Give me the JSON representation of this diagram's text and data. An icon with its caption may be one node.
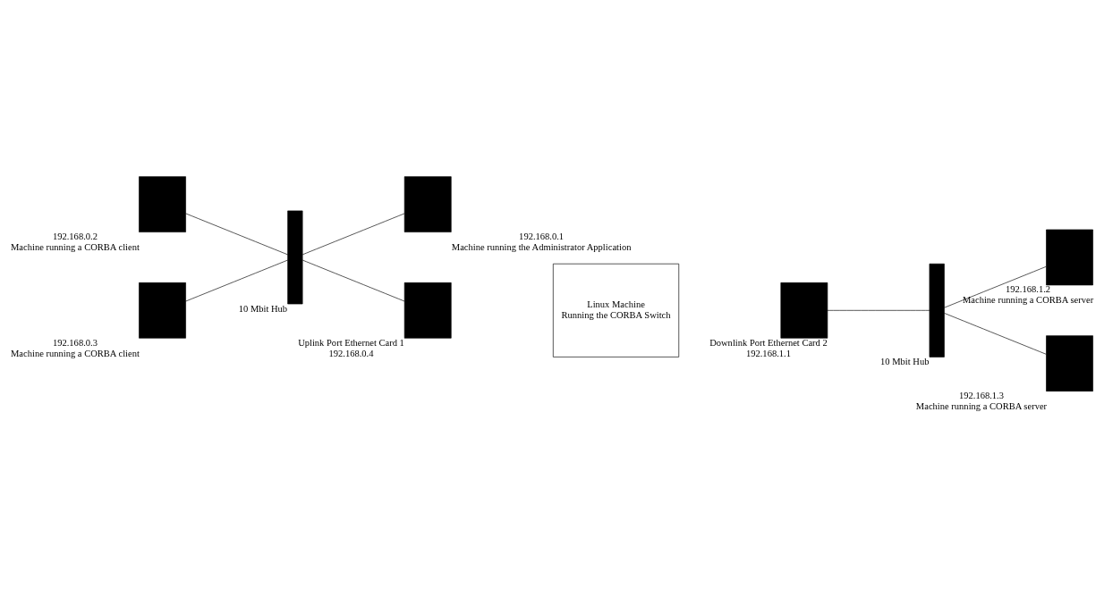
{
  "diagram": {
    "nodes": [
      {
        "text": [],
        "shape": "box",
        "beside": [
          "192.168.0.2",
          "Machine running a CORBA client"
        ]
      },
      {
        "text": [],
        "shape": "box",
        "beside": [
          "192.168.0.3",
          "Machine running a CORBA client"
        ]
      },
      {
        "text": [],
        "shape": "box",
        "beside": [
          "192.168.0.1",
          "Machine running the Administrator Application"
        ]
      },
      {
        "text": [],
        "shape": "bar",
        "beside": [
          "10 Mbit Hub"
        ]
      },
      {
        "text": [
          "Linux Machine",
          "Running the CORBA Switch"
        ]
      },
      {
        "text": [],
        "shape": "box",
        "beside": [
          "Uplink Port Ethernet Card 1",
          "192.168.0.4"
        ]
      },
      {
        "text": [],
        "shape": "box",
        "beside": [
          "Downlink Port Ethernet Card 2",
          "192.168.1.1"
        ]
      },
      {
        "text": [],
        "shape": "bar",
        "beside": [
          "10 Mbit Hub"
        ]
      },
      {
        "text": [],
        "shape": "box",
        "beside": [
          "192.168.1.2",
          "Machine running a CORBA server"
        ]
      },
      {
        "text": [],
        "shape": "box",
        "beside": [
          "192.168.1.3",
          "Machine running a CORBA server"
        ]
      }
    ],
    "edges": [
      {
        "from": 0,
        "to": 3,
        "arrow": "none"
      },
      {
        "from": 1,
        "to": 3,
        "arrow": "none"
      },
      {
        "from": 3,
        "to": 2,
        "arrow": "none"
      },
      {
        "from": 3,
        "to": 5,
        "arrow": "none"
      },
      {
        "from": 6,
        "to": 7,
        "arrow": "none"
      },
      {
        "from": 7,
        "to": 8,
        "arrow": "none"
      },
      {
        "from": 7,
        "to": 9,
        "arrow": "none"
      }
    ]
  }
}
